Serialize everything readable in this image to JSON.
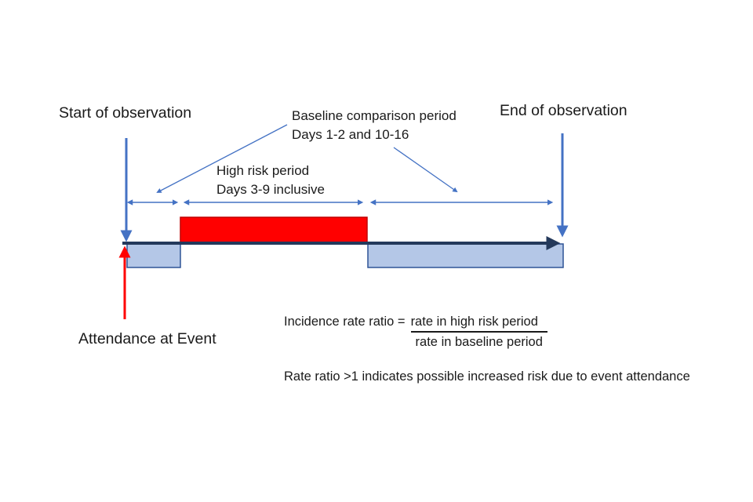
{
  "labels": {
    "start_observation": "Start of observation",
    "end_observation": "End of observation",
    "baseline_period_line1": "Baseline comparison period",
    "baseline_period_line2": "Days 1-2 and 10-16",
    "high_risk_line1": "High risk period",
    "high_risk_line2": "Days 3-9 inclusive",
    "attendance": "Attendance at Event"
  },
  "formula": {
    "lhs": "Incidence rate ratio =",
    "numerator": "rate in high risk period",
    "denominator": "rate in baseline period"
  },
  "note": "Rate ratio >1 indicates possible increased risk due to event attendance",
  "colors": {
    "arrow_blue": "#4472C4",
    "timeline_dark": "#24395B",
    "event_red": "#FF0000",
    "high_risk_fill": "#FF0000",
    "high_risk_border": "#C00000",
    "baseline_fill": "#B4C7E7",
    "baseline_border": "#2F5496",
    "text": "#1A1A1A"
  }
}
